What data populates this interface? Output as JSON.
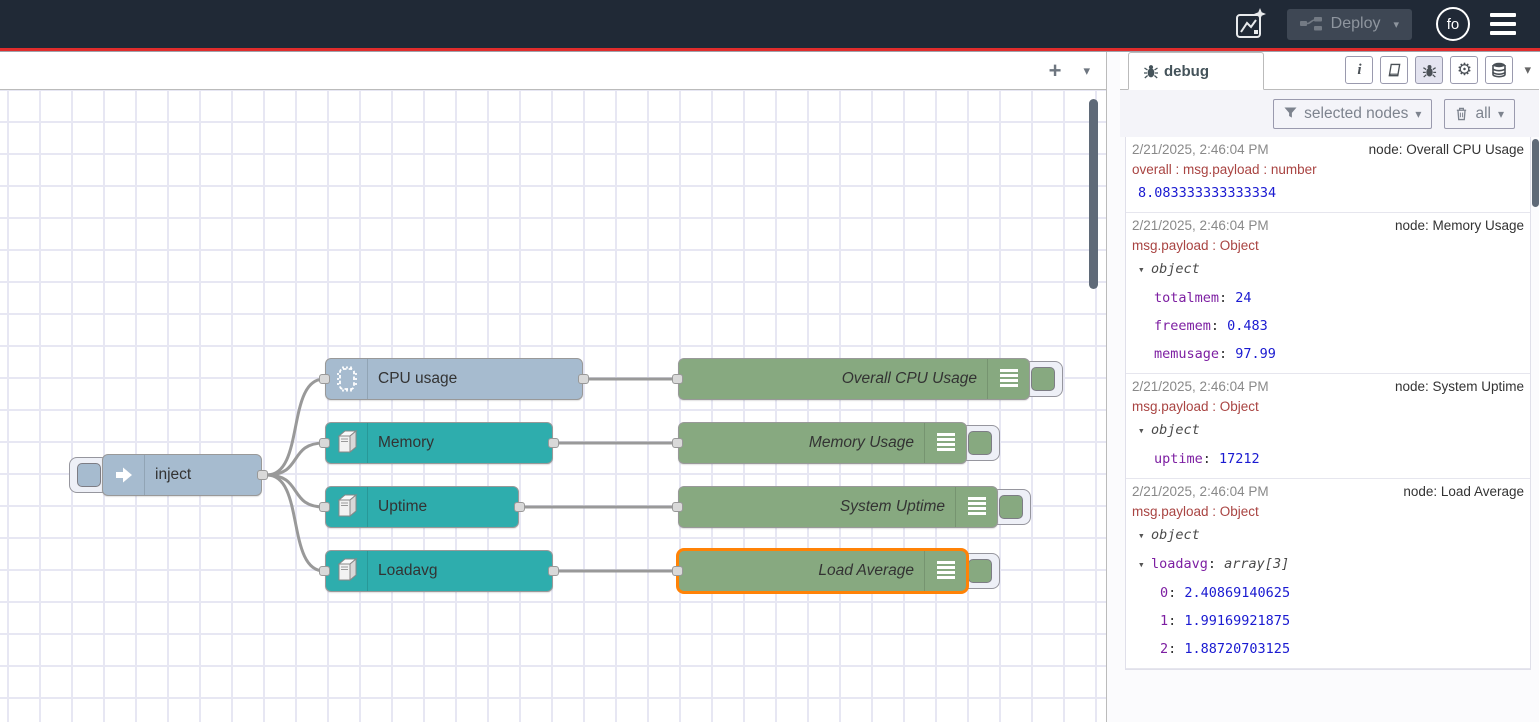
{
  "header": {
    "deploy_label": "Deploy",
    "avatar_label": "fo",
    "icons": [
      "flow-sparkle-icon",
      "deploy-nodes-icon",
      "user-avatar",
      "hamburger-menu-icon"
    ]
  },
  "workspace": {
    "add_flow_label": "+",
    "tab_list_caret": "▾",
    "grid_color": "#e7e7f3"
  },
  "flow": {
    "colors": {
      "inject": "#a6bbcf",
      "os_node": "#2eadad",
      "debug_node": "#87a980",
      "selected_outline": "#ff8206",
      "wire": "#999999"
    },
    "nodes": [
      {
        "label": "inject",
        "type": "inject"
      },
      {
        "label": "CPU usage",
        "type": "os",
        "icon": "cpu-chip-icon"
      },
      {
        "label": "Memory",
        "type": "os",
        "icon": "server-tower-icon"
      },
      {
        "label": "Uptime",
        "type": "os",
        "icon": "server-tower-icon"
      },
      {
        "label": "Loadavg",
        "type": "os",
        "icon": "server-tower-icon"
      },
      {
        "label": "Overall CPU Usage",
        "type": "debug",
        "icon": "debug-list-icon"
      },
      {
        "label": "Memory Usage",
        "type": "debug",
        "icon": "debug-list-icon"
      },
      {
        "label": "System Uptime",
        "type": "debug",
        "icon": "debug-list-icon"
      },
      {
        "label": "Load Average",
        "type": "debug",
        "icon": "debug-list-icon",
        "selected": true
      }
    ]
  },
  "sidebar": {
    "title": "debug",
    "toolbar_icons": [
      "info-icon",
      "book-icon",
      "bug-icon",
      "gear-icon",
      "database-icon"
    ],
    "filter_button_label": "selected nodes",
    "clear_button_label": "all",
    "messages": [
      {
        "timestamp": "2/21/2025, 2:46:04 PM",
        "source": "node: Overall CPU Usage",
        "path": "overall : msg.payload : number",
        "value": "8.083333333333334"
      },
      {
        "timestamp": "2/21/2025, 2:46:04 PM",
        "source": "node: Memory Usage",
        "path": "msg.payload : Object",
        "root": "object",
        "entries": [
          {
            "key": "totalmem",
            "value": "24"
          },
          {
            "key": "freemem",
            "value": "0.483"
          },
          {
            "key": "memusage",
            "value": "97.99"
          }
        ]
      },
      {
        "timestamp": "2/21/2025, 2:46:04 PM",
        "source": "node: System Uptime",
        "path": "msg.payload : Object",
        "root": "object",
        "entries": [
          {
            "key": "uptime",
            "value": "17212"
          }
        ]
      },
      {
        "timestamp": "2/21/2025, 2:46:04 PM",
        "source": "node: Load Average",
        "path": "msg.payload : Object",
        "root": "object",
        "array_key": "loadavg",
        "array_type": "array[3]",
        "entries": [
          {
            "key": "0",
            "value": "2.40869140625"
          },
          {
            "key": "1",
            "value": "1.99169921875"
          },
          {
            "key": "2",
            "value": "1.88720703125"
          }
        ]
      }
    ],
    "value_colors": {
      "key": "#7d1fa2",
      "number": "#1a1ad1",
      "meta_path": "#a94442"
    }
  }
}
